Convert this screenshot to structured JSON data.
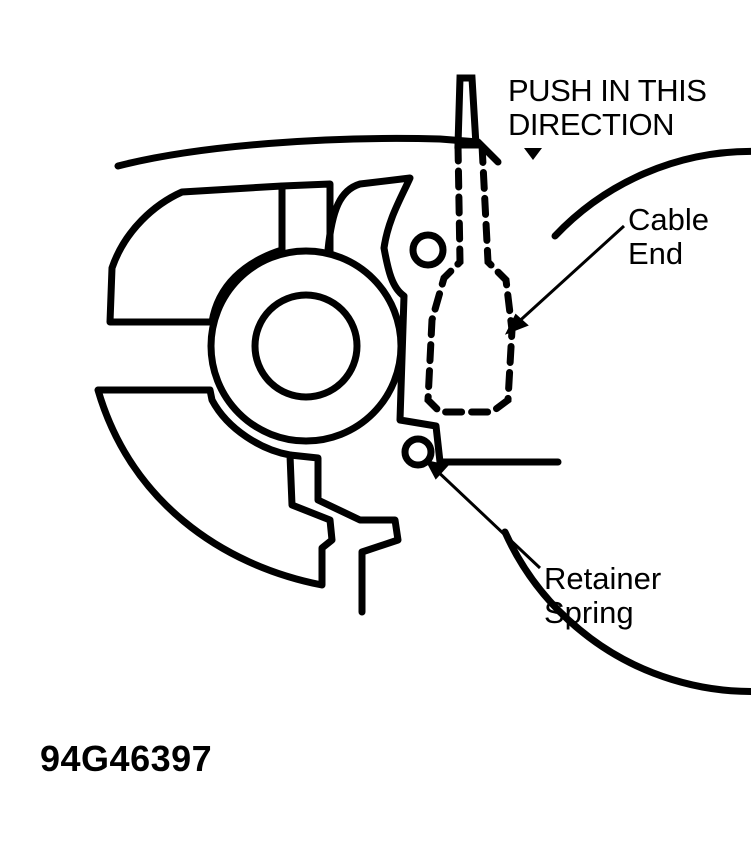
{
  "labels": {
    "push_direction": [
      "PUSH IN THIS",
      "DIRECTION"
    ],
    "cable_end": [
      "Cable",
      "End"
    ],
    "retainer_spring": [
      "Retainer",
      "Spring"
    ]
  },
  "figure_id": "94G46397",
  "colors": {
    "ink": "#000000",
    "background": "#ffffff"
  }
}
